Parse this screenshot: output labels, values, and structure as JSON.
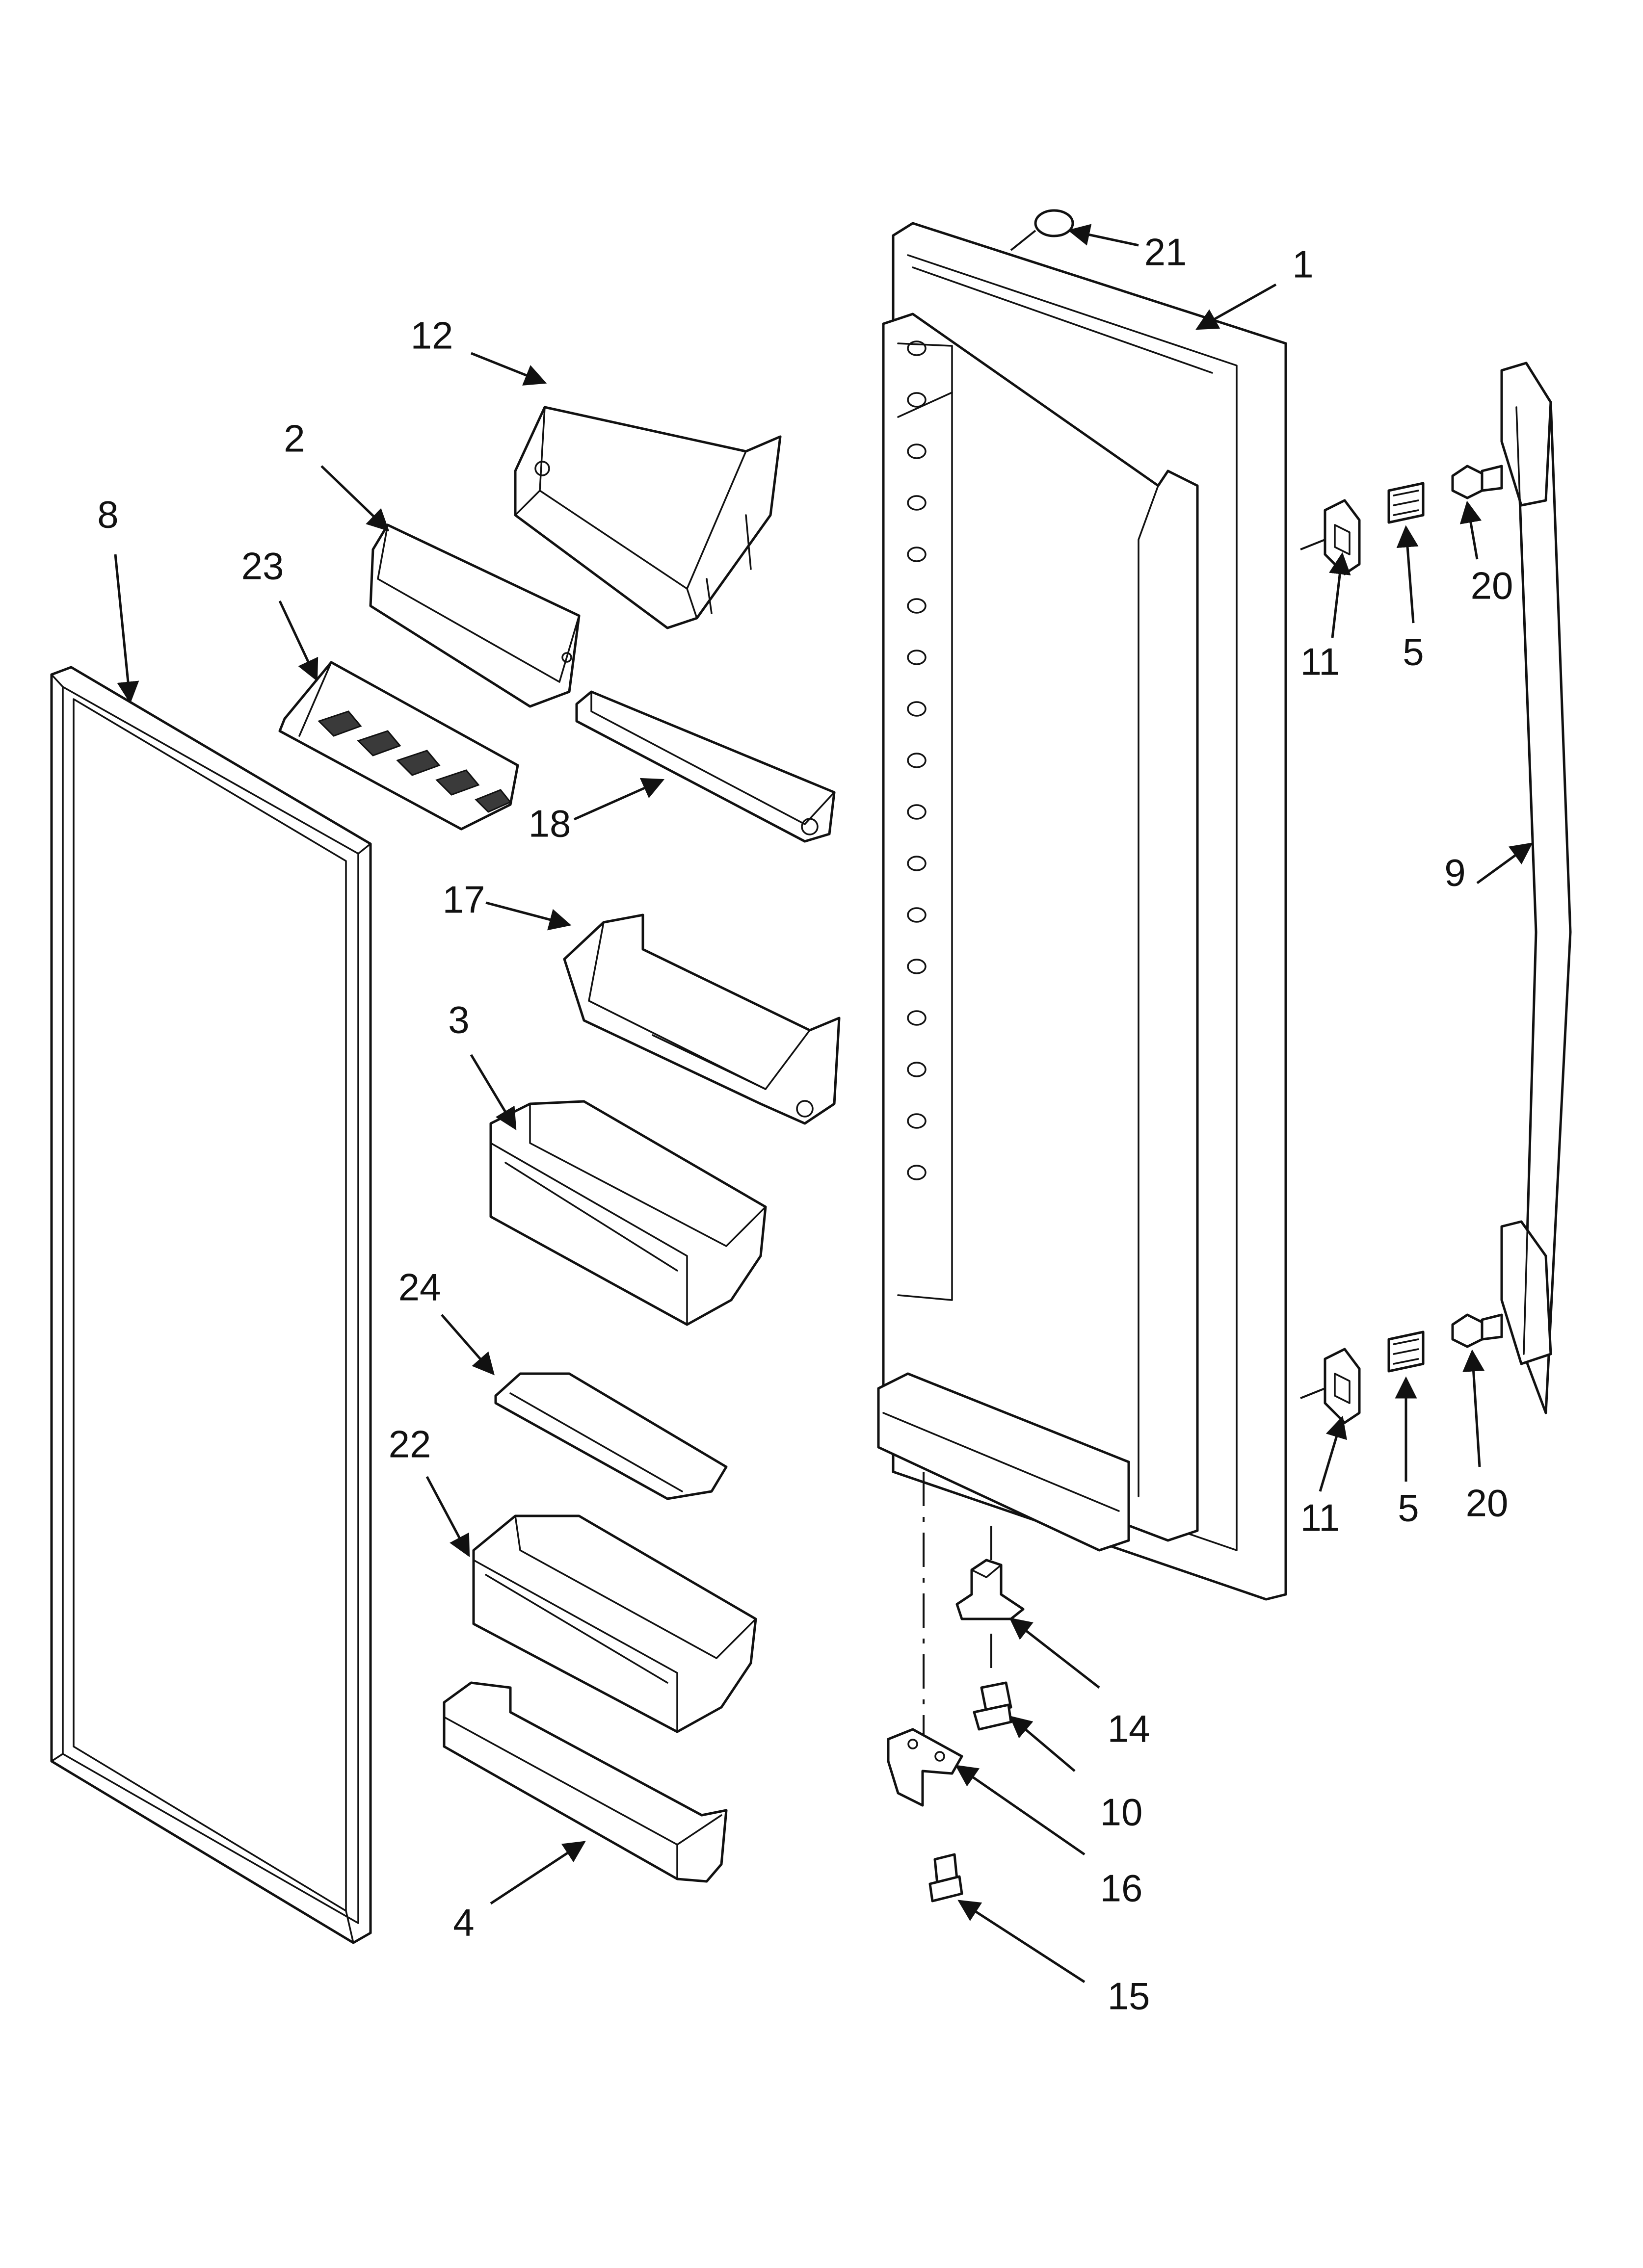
{
  "callouts": {
    "p1": "1",
    "p2": "2",
    "p3": "3",
    "p4": "4",
    "p5a": "5",
    "p5b": "5",
    "p8": "8",
    "p9": "9",
    "p10": "10",
    "p11a": "11",
    "p11b": "11",
    "p12": "12",
    "p14": "14",
    "p15": "15",
    "p16": "16",
    "p17": "17",
    "p18": "18",
    "p20a": "20",
    "p20b": "20",
    "p21": "21",
    "p22": "22",
    "p23": "23",
    "p24": "24"
  },
  "colors": {
    "line": "#111111",
    "background": "#ffffff"
  }
}
